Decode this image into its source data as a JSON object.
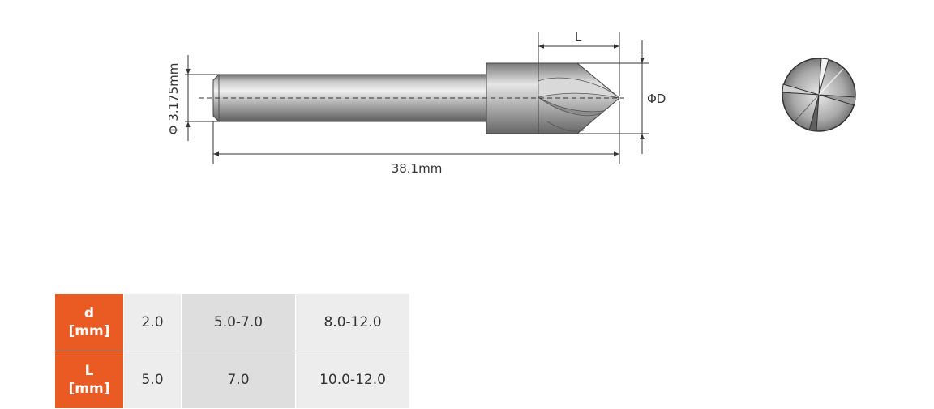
{
  "diagram": {
    "shank_diameter_label": "Φ 3.175mm",
    "overall_length_label": "38.1mm",
    "flute_length_label": "L",
    "cutting_diameter_label": "ΦD"
  },
  "spec_table": {
    "rows": [
      {
        "name": "d",
        "unit": "[mm]",
        "values": [
          "2.0",
          "5.0-7.0",
          "8.0-12.0"
        ]
      },
      {
        "name": "L",
        "unit": "[mm]",
        "values": [
          "5.0",
          "7.0",
          "10.0-12.0"
        ]
      }
    ]
  },
  "colors": {
    "header_orange": "#ea5b23",
    "cell_light": "#ededed",
    "cell_dark": "#dedede"
  }
}
